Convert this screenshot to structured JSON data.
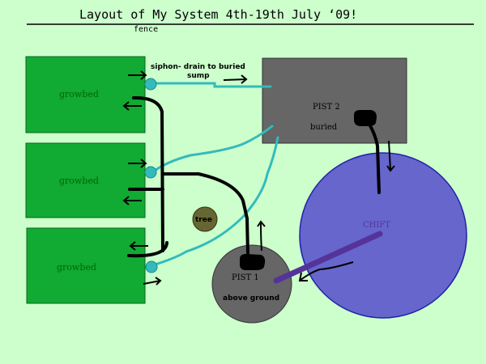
{
  "title": "Layout of My System 4th-19th July ‘09!",
  "fence_label": "fence",
  "growbeds": [
    {
      "label": "growbed"
    },
    {
      "label": "growbed"
    },
    {
      "label": "growbed"
    }
  ],
  "siphon_label_line1": "siphon- drain to buried",
  "siphon_label_line2": "sump",
  "pist2": {
    "name": "PIST 2",
    "note": "buried"
  },
  "pist1": {
    "name": "PIST 1",
    "note": "above ground"
  },
  "chift_label": "CHIFT",
  "tree_label": "tree",
  "colors": {
    "background": "#ccffcc",
    "growbed": "#11aa33",
    "pist2": "#666666",
    "pist1": "#666666",
    "chift": "#6666cc",
    "siphon_pipe": "#33bbbb",
    "black_pipe": "#000000",
    "purple_pipe": "#553399",
    "tree": "#666633"
  }
}
